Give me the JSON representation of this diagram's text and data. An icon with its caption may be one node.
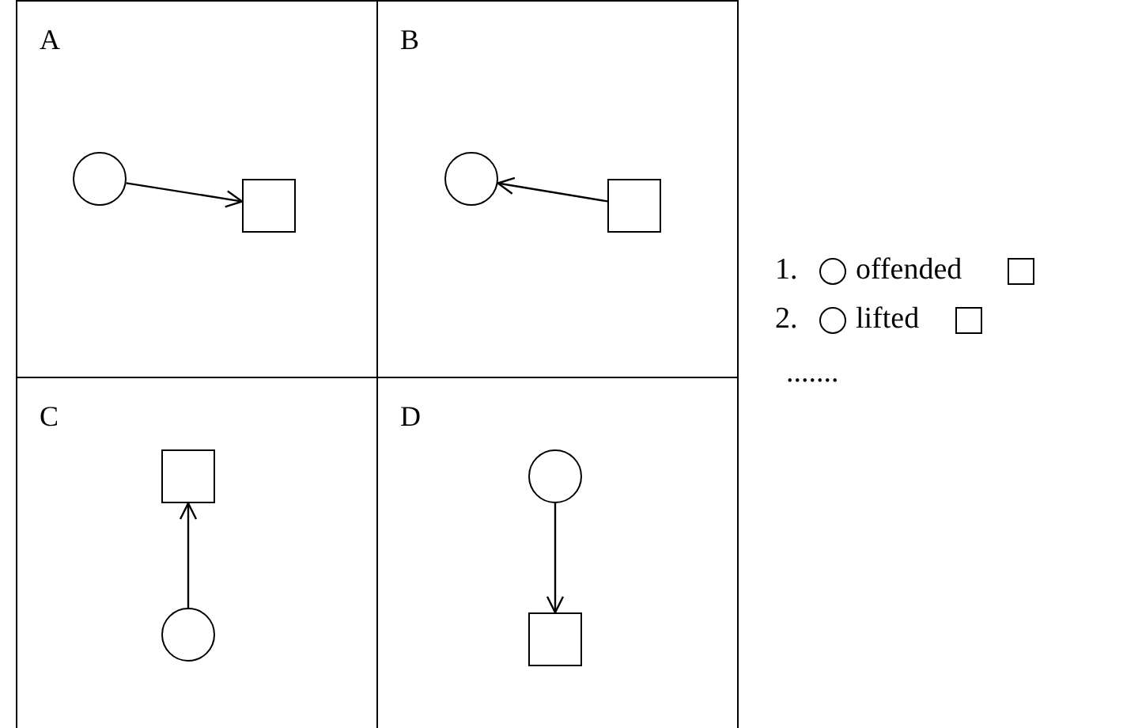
{
  "diagram": {
    "nodes": [
      {
        "text": [
          "A"
        ]
      },
      {
        "text": [],
        "shape": "circle",
        "in": 0
      },
      {
        "text": [],
        "shape": "box",
        "in": 0
      },
      {
        "text": [
          "B"
        ]
      },
      {
        "text": [],
        "shape": "circle",
        "in": 3
      },
      {
        "text": [],
        "shape": "box",
        "in": 3
      },
      {
        "text": [
          "C"
        ]
      },
      {
        "text": [],
        "shape": "box",
        "in": 6
      },
      {
        "text": [],
        "shape": "circle",
        "in": 6
      },
      {
        "text": [
          "D"
        ]
      },
      {
        "text": [],
        "shape": "circle",
        "in": 9
      },
      {
        "text": [],
        "shape": "box",
        "in": 9
      }
    ],
    "edges": [
      {
        "from": 1,
        "to": 2,
        "arrow": "to"
      },
      {
        "from": 5,
        "to": 4,
        "arrow": "to"
      },
      {
        "from": 8,
        "to": 7,
        "arrow": "to"
      },
      {
        "from": 10,
        "to": 11,
        "arrow": "to"
      }
    ],
    "labels": [
      "1.",
      "offended",
      "2.",
      "lifted",
      "......."
    ]
  }
}
